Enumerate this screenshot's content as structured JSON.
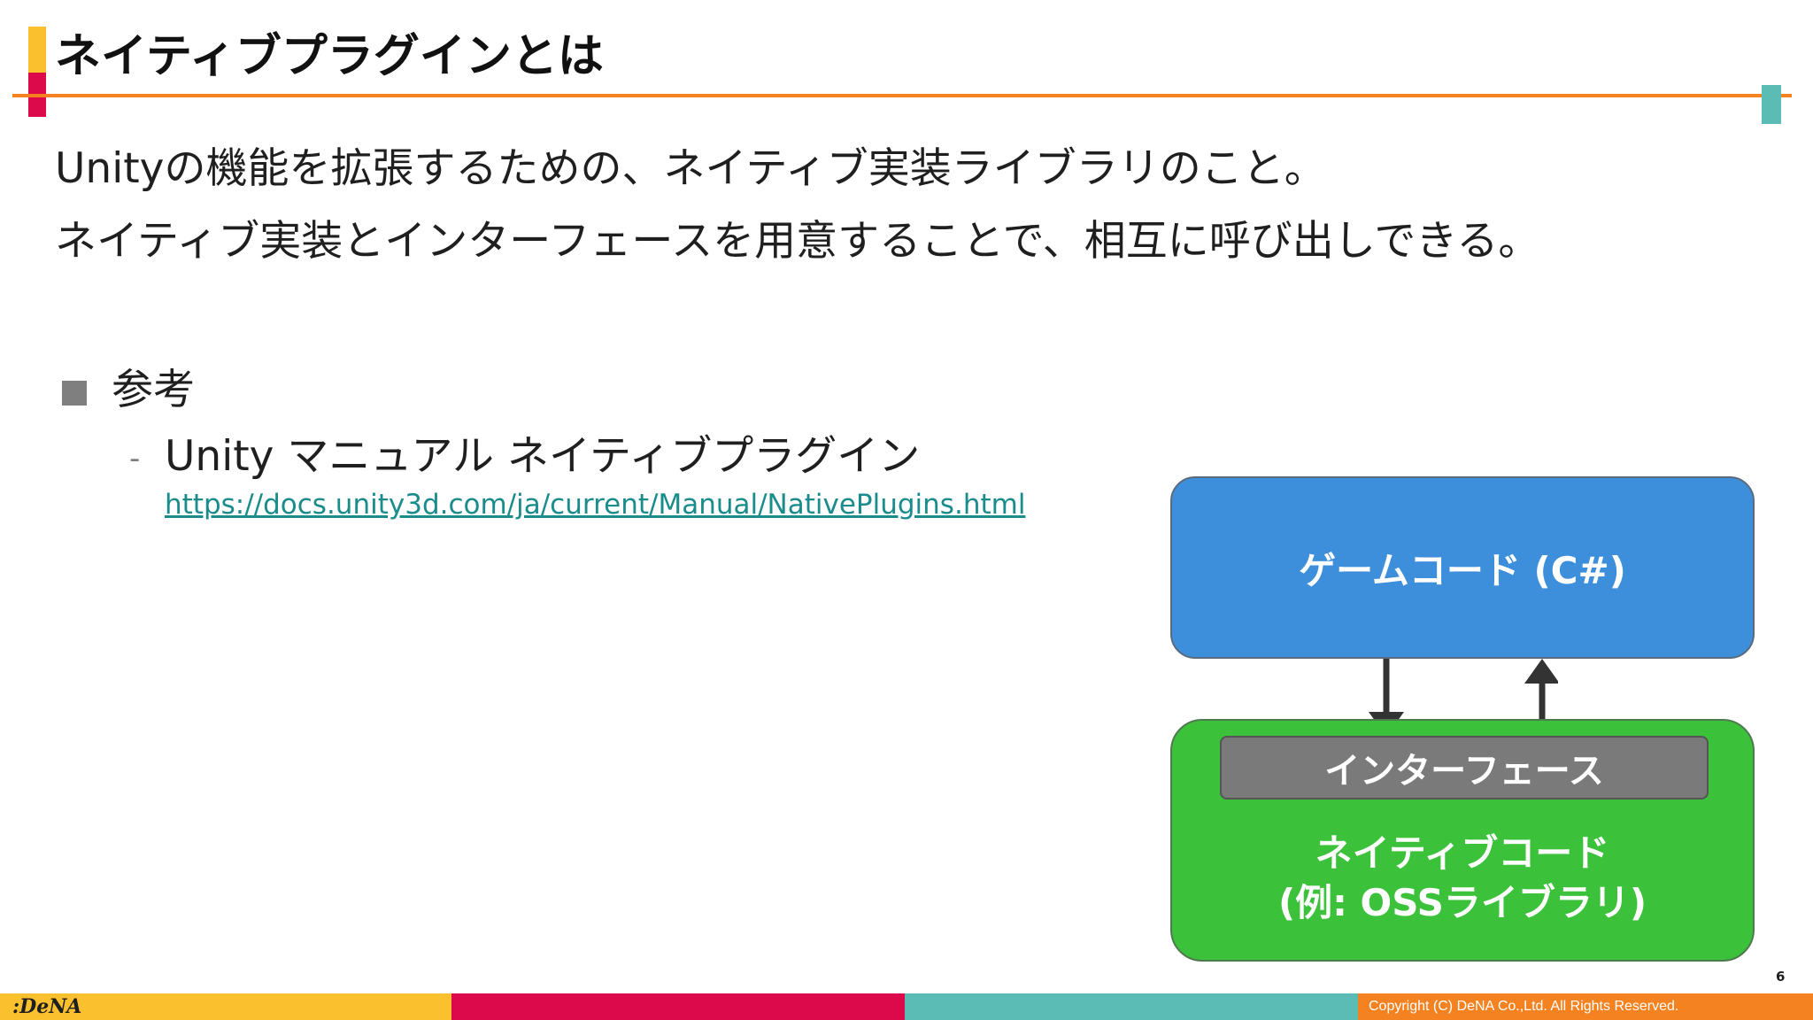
{
  "title": "ネイティブプラグインとは",
  "body": {
    "line1": "Unityの機能を拡張するための、ネイティブ実装ライブラリのこと。",
    "line2": "ネイティブ実装とインターフェースを用意することで、相互に呼び出しできる。"
  },
  "reference": {
    "heading": "参考",
    "dash": "-",
    "item": "Unity マニュアル ネイティブプラグイン",
    "link": "https://docs.unity3d.com/ja/current/Manual/NativePlugins.html"
  },
  "diagram": {
    "game_code": "ゲームコード (C#)",
    "interface": "インターフェース",
    "native_code_line1": "ネイティブコード",
    "native_code_line2": "(例: OSSライブラリ)"
  },
  "footer": {
    "page_number": "6",
    "logo": ":DeNA",
    "copyright": "Copyright (C) DeNA Co.,Ltd. All Rights Reserved."
  },
  "colors": {
    "accent_yellow": "#fbc02d",
    "accent_red": "#dc0a4a",
    "accent_teal": "#5bbcb5",
    "accent_orange": "#f58220",
    "game_box": "#3d8fdc",
    "native_box": "#3cc13b",
    "interface_box": "#7a7a7a",
    "link": "#1a8c8c"
  }
}
